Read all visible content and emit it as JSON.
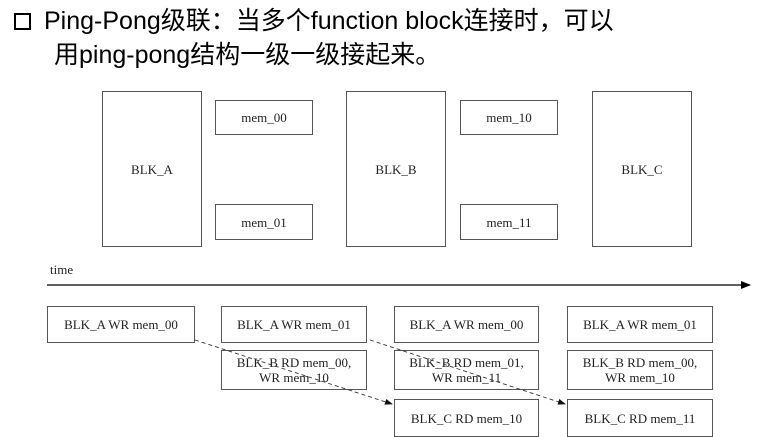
{
  "heading": {
    "bullet_icon": "square-bullet-icon",
    "line1": "Ping-Pong级联：当多个function block连接时，可以",
    "line2": "用ping-pong结构一级一级接起来。"
  },
  "blocks": {
    "blk_a": "BLK_A",
    "blk_b": "BLK_B",
    "blk_c": "BLK_C"
  },
  "memories": {
    "mem_00": "mem_00",
    "mem_01": "mem_01",
    "mem_10": "mem_10",
    "mem_11": "mem_11"
  },
  "timeline": {
    "label": "time"
  },
  "stages": {
    "col1_row1": "BLK_A WR mem_00",
    "col2_row1": "BLK_A WR mem_01",
    "col2_row2": "BLK_B RD mem_00,\nWR mem_10",
    "col3_row1": "BLK_A WR mem_00",
    "col3_row2": "BLK_B RD mem_01,\nWR mem_11",
    "col3_row3": "BLK_C RD mem_10",
    "col4_row1": "BLK_A WR mem_01",
    "col4_row2": "BLK_B RD mem_00,\nWR mem_10",
    "col4_row3": "BLK_C RD mem_11"
  }
}
